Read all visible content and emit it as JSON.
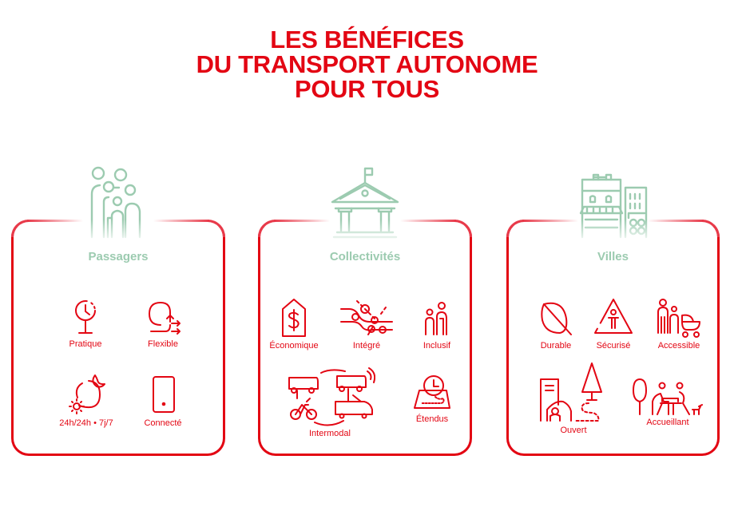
{
  "title": {
    "lines": [
      "LES BÉNÉFICES",
      "DU TRANSPORT AUTONOME",
      "POUR TOUS"
    ],
    "color": "#e30613"
  },
  "colors": {
    "accent": "#e30613",
    "heading_green": "#9ccbb0"
  },
  "cards": [
    {
      "heading": "Passagers",
      "hero_icon": "family-icon",
      "items": [
        {
          "label": "Pratique",
          "icon": "clock-glass-icon"
        },
        {
          "label": "Flexible",
          "icon": "loop-arrows-icon"
        },
        {
          "label": "24h/24h • 7j/7",
          "icon": "day-night-icon"
        },
        {
          "label": "Connecté",
          "icon": "smartphone-icon"
        }
      ]
    },
    {
      "heading": "Collectivités",
      "hero_icon": "town-hall-icon",
      "items": [
        {
          "label": "Économique",
          "icon": "dollar-tag-icon"
        },
        {
          "label": "Intégré",
          "icon": "network-lines-icon"
        },
        {
          "label": "Inclusif",
          "icon": "people-elderly-icon"
        },
        {
          "label": "Intermodal",
          "icon": "vehicles-icon"
        },
        {
          "label": "Étendus",
          "icon": "map-clock-icon"
        }
      ]
    },
    {
      "heading": "Villes",
      "hero_icon": "city-buildings-icon",
      "items": [
        {
          "label": "Durable",
          "icon": "leaf-icon"
        },
        {
          "label": "Sécurisé",
          "icon": "warning-person-icon"
        },
        {
          "label": "Accessible",
          "icon": "family-stroller-icon"
        },
        {
          "label": "Ouvert",
          "icon": "building-tree-path-icon"
        },
        {
          "label": "Accueillant",
          "icon": "park-bench-people-icon"
        }
      ]
    }
  ]
}
